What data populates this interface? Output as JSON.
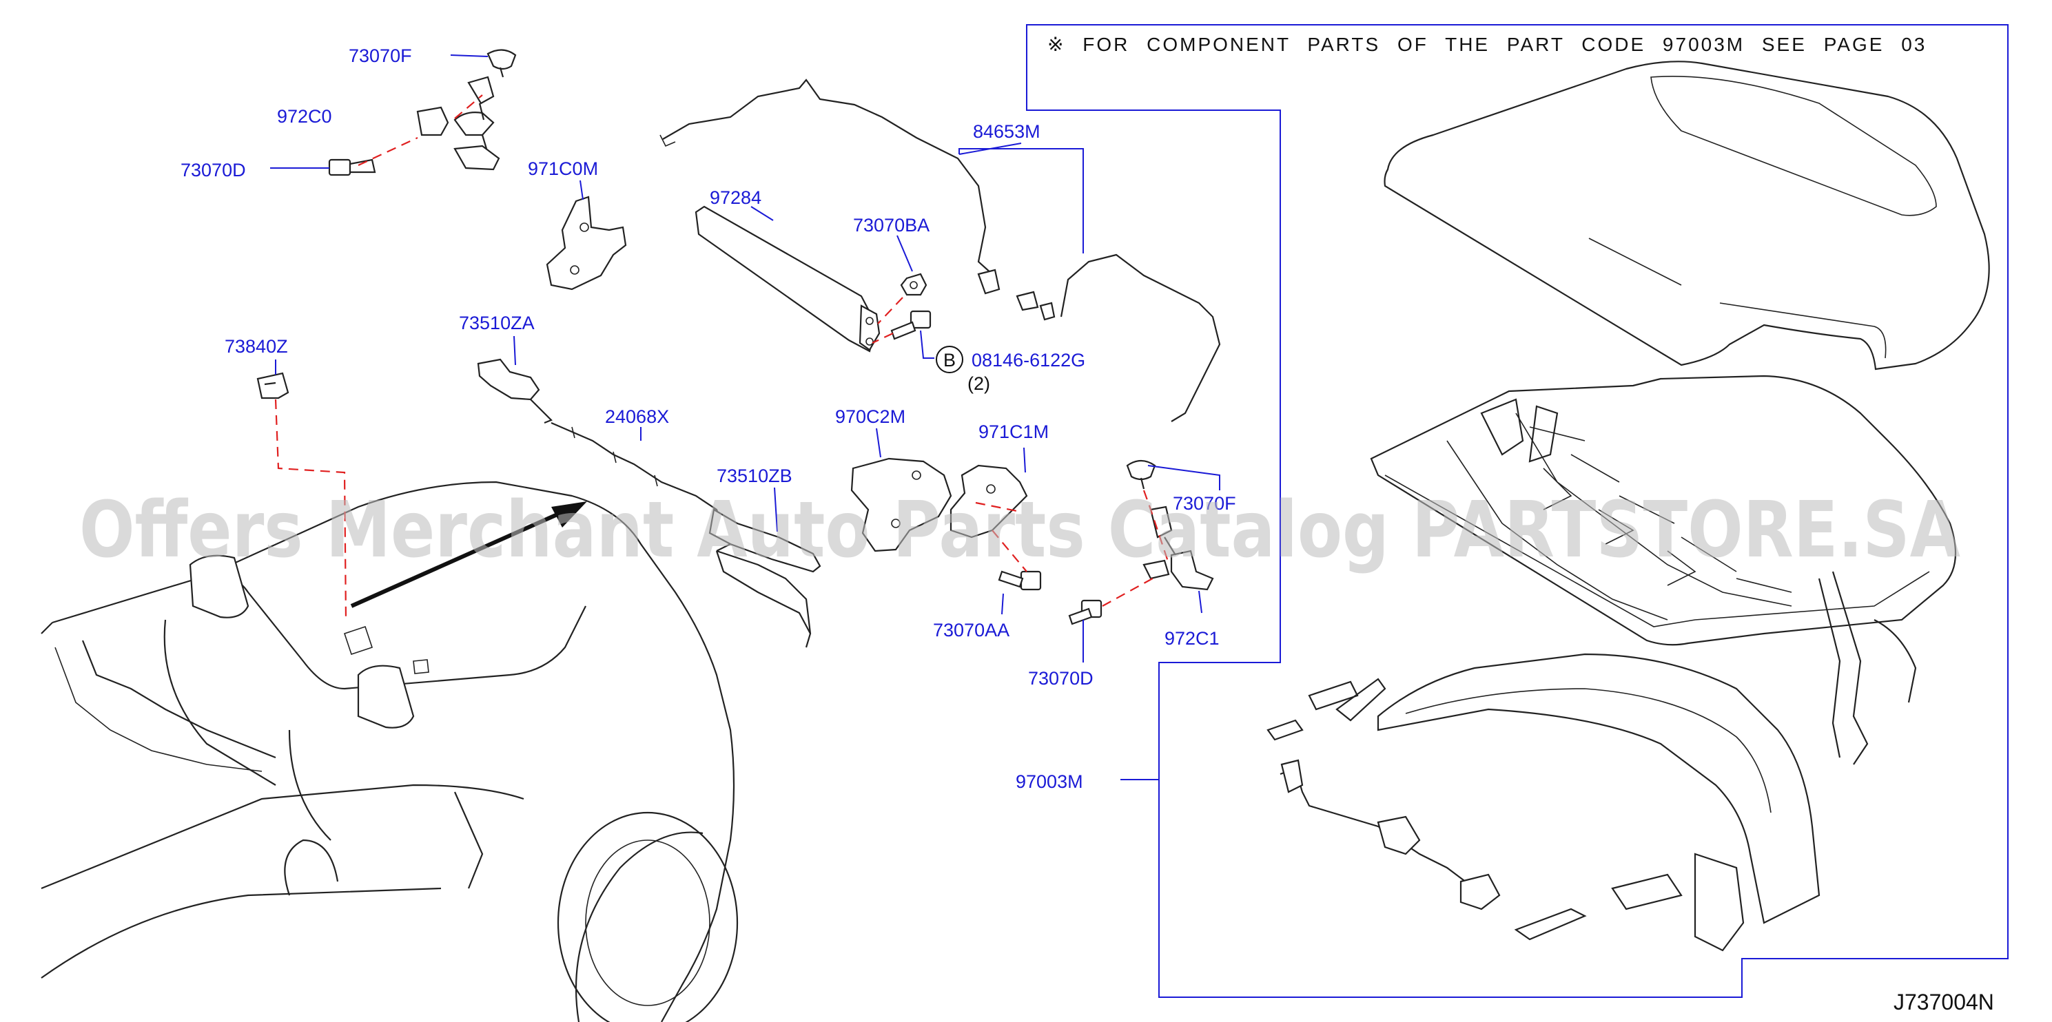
{
  "diagram": {
    "note": "※ FOR COMPONENT PARTS OF THE PART CODE 97003M SEE PAGE 03",
    "diagram_code": "J737004N",
    "watermark": "Offers Merchant Auto Parts Catalog PARTSTORE.SA",
    "callout_b": "B",
    "bolt_qty": "(2)",
    "parts": {
      "p73070F_top": "73070F",
      "p972C0": "972C0",
      "p73070D_top": "73070D",
      "p971C0M": "971C0M",
      "p97284": "97284",
      "p84653M": "84653M",
      "p73070BA": "73070BA",
      "p08146": "08146-6122G",
      "p73510ZA": "73510ZA",
      "p73840Z": "73840Z",
      "p24068X": "24068X",
      "p970C2M": "970C2M",
      "p971C1M": "971C1M",
      "p73510ZB": "73510ZB",
      "p73070F_mid": "73070F",
      "p73070AA": "73070AA",
      "p972C1": "972C1",
      "p73070D_mid": "73070D",
      "p97003M": "97003M"
    },
    "colors": {
      "label": "#1a1ad6",
      "line": "#222222",
      "dash": "#e02020",
      "watermark": "#bdbdbd"
    }
  }
}
